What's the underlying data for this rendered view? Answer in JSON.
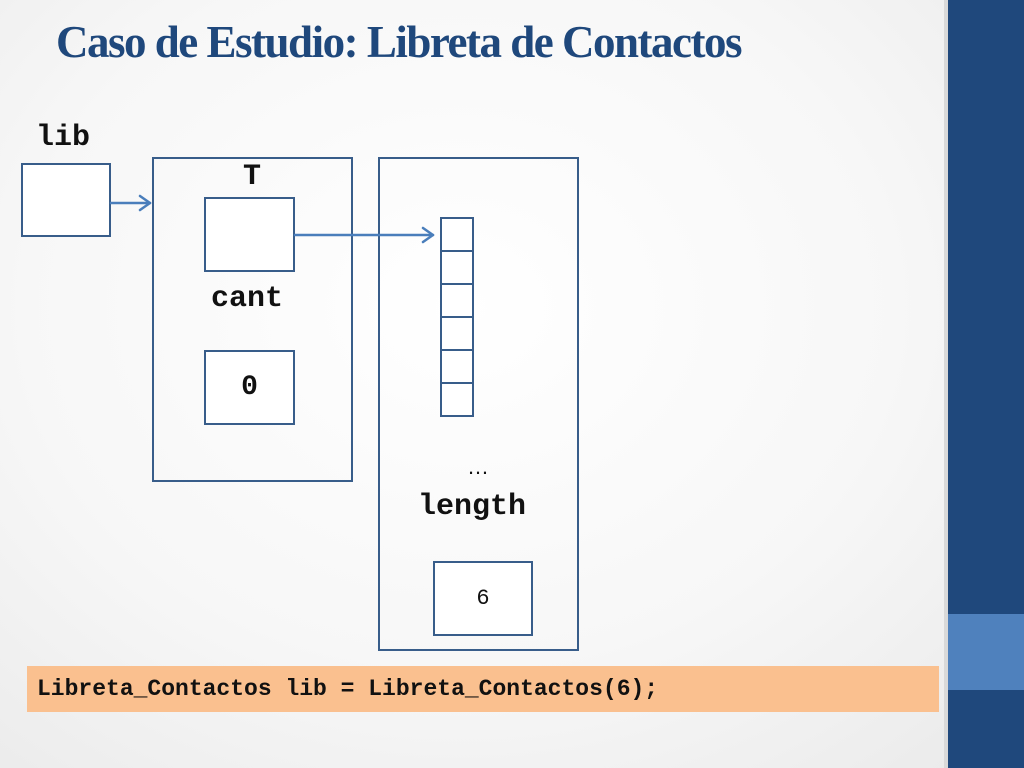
{
  "title": "Caso de Estudio: Libreta de Contactos",
  "labels": {
    "lib": "lib",
    "T": "T",
    "cant": "cant",
    "length": "length",
    "ellipsis": "…"
  },
  "values": {
    "cant": "0",
    "length": "6"
  },
  "array_cells": 6,
  "code": "Libreta_Contactos lib = Libreta_Contactos(6);",
  "colors": {
    "title": "#1f487c",
    "side_band": "#1f487c",
    "side_accent": "#4f81bd",
    "box_border": "#385d8a",
    "arrow": "#4a7ebb",
    "code_background": "#fac08f"
  }
}
